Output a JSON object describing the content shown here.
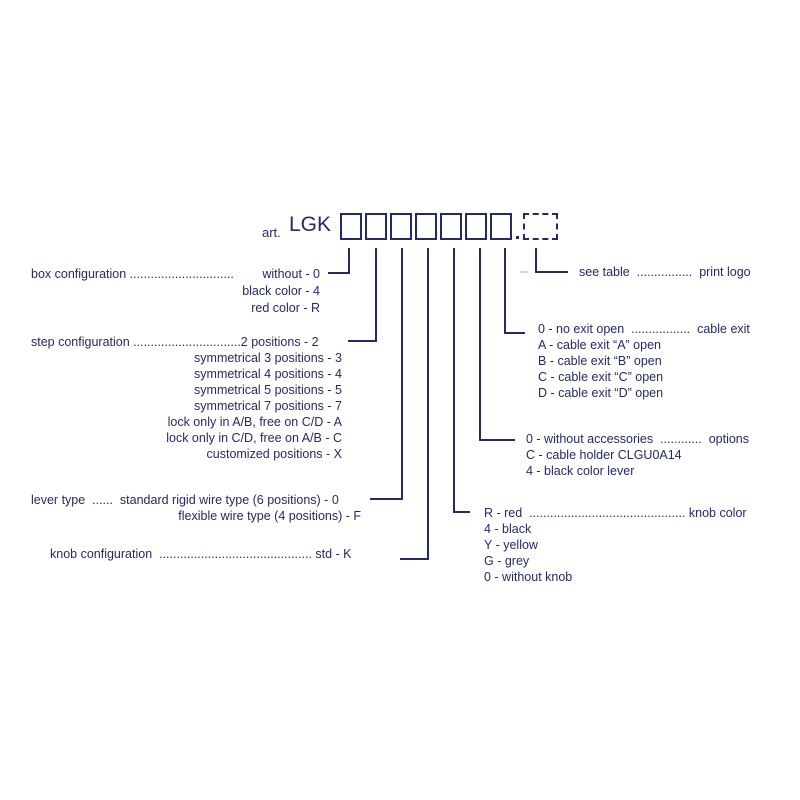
{
  "header": {
    "art_label": "art.",
    "art_code": "LGK"
  },
  "line_color": "#232a6b",
  "box_configuration": {
    "label": "box configuration ..............................",
    "options": [
      "without - 0",
      "black color - 4",
      "red color - R"
    ]
  },
  "step_configuration": {
    "label": "step configuration ...............................2 positions - 2",
    "options": [
      "symmetrical 3 positions - 3",
      "symmetrical 4 positions - 4",
      "symmetrical 5 positions - 5",
      "symmetrical 7 positions - 7",
      "lock only in A/B, free on C/D - A",
      "lock only in C/D, free on A/B - C",
      "customized positions - X"
    ]
  },
  "lever_type": {
    "label": "lever type  ......  standard rigid wire type (6 positions) - 0",
    "options": [
      "flexible wire type (4 positions) - F"
    ]
  },
  "knob_configuration": {
    "label": "knob configuration  ............................................ std - K"
  },
  "print_logo": {
    "label": "see table  ................  print logo"
  },
  "cable_exit": {
    "label": "0 - no exit open  .................  cable exit",
    "options": [
      "A - cable exit “A” open",
      "B - cable exit “B” open",
      "C - cable exit “C” open",
      "D - cable exit “D” open"
    ]
  },
  "options_block": {
    "label": "0 - without accessories  ............  options",
    "options": [
      "C - cable holder CLGU0A14",
      "4 - black color lever"
    ]
  },
  "knob_color": {
    "label": "R - red  ............................................. knob color",
    "options": [
      "4 - black",
      "Y - yellow",
      "G - grey",
      "0 - without knob"
    ]
  }
}
